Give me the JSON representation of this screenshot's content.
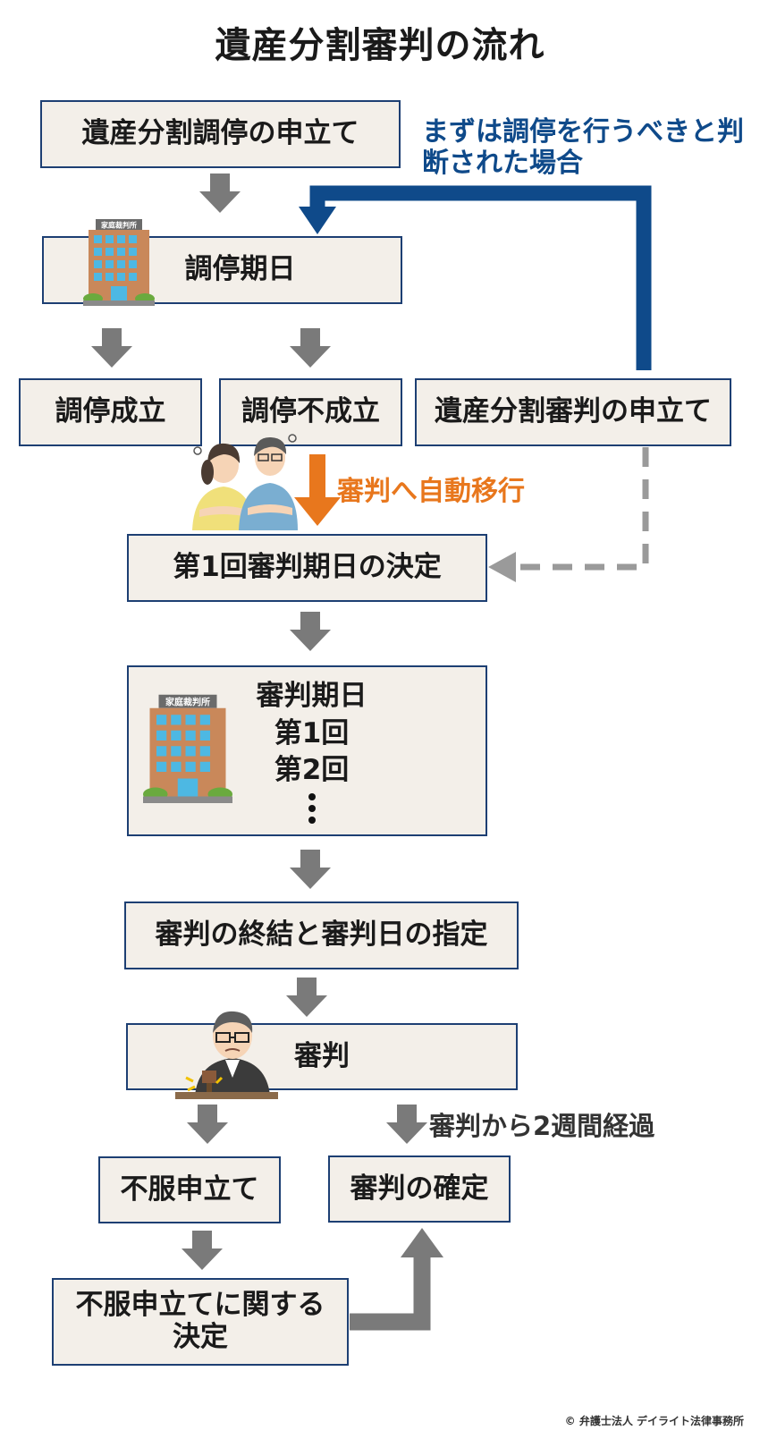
{
  "title": "遺産分割審判の流れ",
  "boxes": {
    "mediation_petition": "遺産分割調停の申立て",
    "mediation_date": "調停期日",
    "mediation_success": "調停成立",
    "mediation_failure": "調停不成立",
    "adjudication_petition": "遺産分割審判の申立て",
    "first_hearing_decision": "第1回審判期日の決定",
    "hearing_dates": {
      "heading": "審判期日",
      "first": "第1回",
      "second": "第2回"
    },
    "conclusion": "審判の終結と審判日の指定",
    "adjudication": "審判",
    "appeal": "不服申立て",
    "finalization": "審判の確定",
    "appeal_decision": "不服申立てに関する決定"
  },
  "notes": {
    "mediation_first": "まずは調停を行うべきと判断された場合",
    "auto_transition": "審判へ自動移行",
    "two_weeks": "審判から2週間経過"
  },
  "building_sign": "家庭裁判所",
  "copyright": "© 弁護士法人 デイライト法律事務所",
  "colors": {
    "box_fill": "#f3efe9",
    "box_border": "#1d3f73",
    "gray_arrow": "#7a7a7a",
    "blue_path": "#0f4a8a",
    "orange_arrow": "#e8771d"
  }
}
